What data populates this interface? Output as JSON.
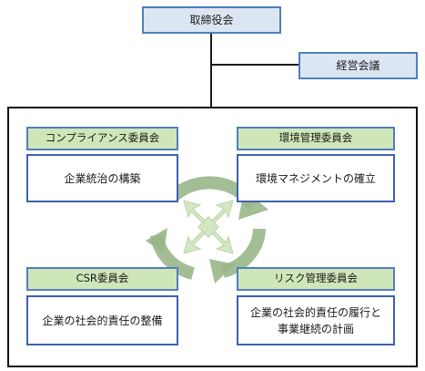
{
  "board": {
    "label": "取締役会"
  },
  "management_meeting": {
    "label": "経営会議"
  },
  "committees": {
    "compliance": {
      "label": "コンプライアンス委員会",
      "content": "企業統治の構築"
    },
    "environment": {
      "label": "環境管理委員会",
      "content": "環境マネジメントの確立"
    },
    "csr": {
      "label": "CSR委員会",
      "content": "企業の社会的責任の整備"
    },
    "risk": {
      "label": "リスク管理委員会",
      "content_line1": "企業の社会的責任の履行と",
      "content_line2": "事業継続の計画"
    }
  },
  "colors": {
    "label_blue_fill": "#dce6f2",
    "committee_green_fill": "#cfe6b8",
    "box_border_blue": "#4f7fbf",
    "cycle_arrow_green": "#9ab78a",
    "cross_arrow_green": "#d4e7c4"
  },
  "icons": {
    "center": "cycle-arrows-with-four-way-cross-arrows"
  }
}
